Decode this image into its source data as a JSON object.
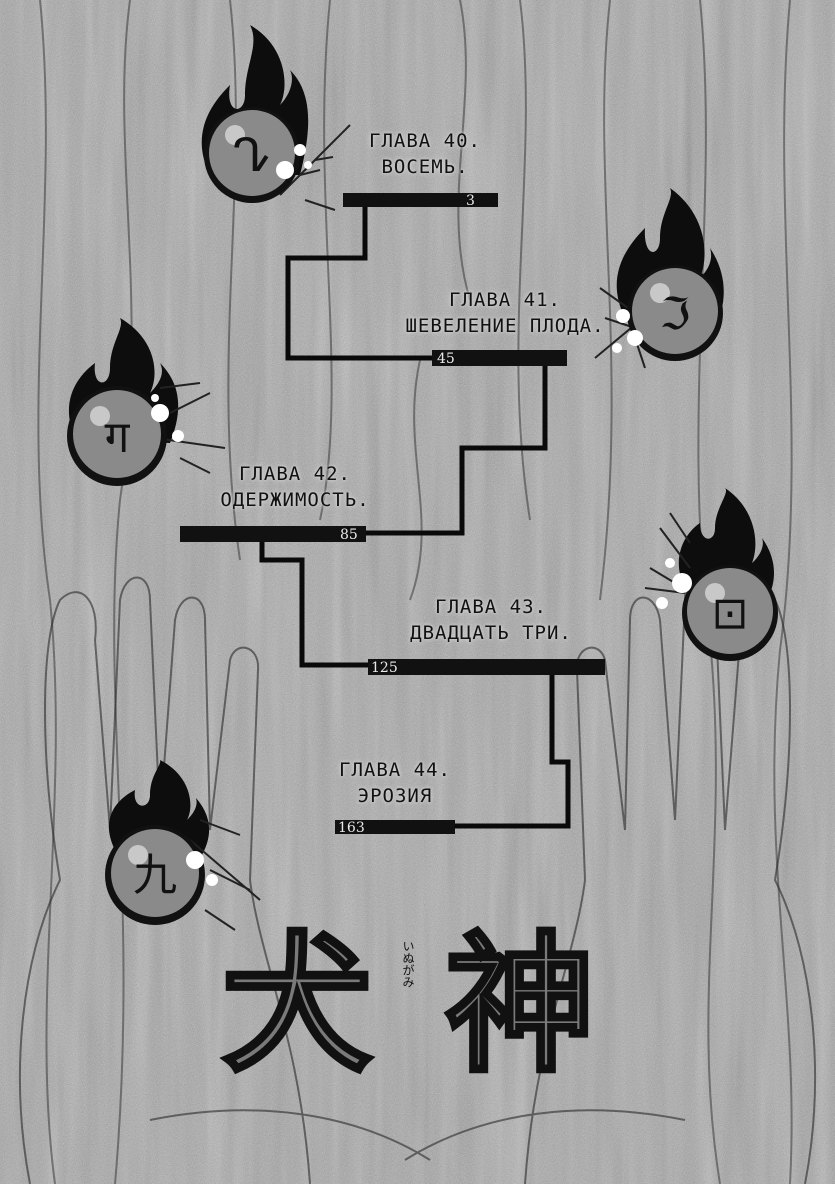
{
  "chapters": [
    {
      "title": "ГЛАВА 40.",
      "subtitle": "ВОСЕМЬ.",
      "page": "3",
      "glyph": "ᖊ"
    },
    {
      "title": "ГЛАВА 41.",
      "subtitle": "ШЕВЕЛЕНИЕ ПЛОДА.",
      "page": "45",
      "glyph": "ℑ"
    },
    {
      "title": "ГЛАВА 42.",
      "subtitle": "ОДЕРЖИМОСТЬ.",
      "page": "85",
      "glyph": "ग"
    },
    {
      "title": "ГЛАВА 43.",
      "subtitle": "ДВАДЦАТЬ ТРИ.",
      "page": "125",
      "glyph": "⊡"
    },
    {
      "title": "ГЛАВА 44.",
      "subtitle": "ЭРОЗИЯ",
      "page": "163",
      "glyph": "九"
    }
  ],
  "logo": {
    "kanji1": "犬",
    "kanji2": "神",
    "furigana": "いぬがみ"
  },
  "colors": {
    "bar": "#111111",
    "bark": "#9a9a9a",
    "line": "#0a0a0a"
  }
}
